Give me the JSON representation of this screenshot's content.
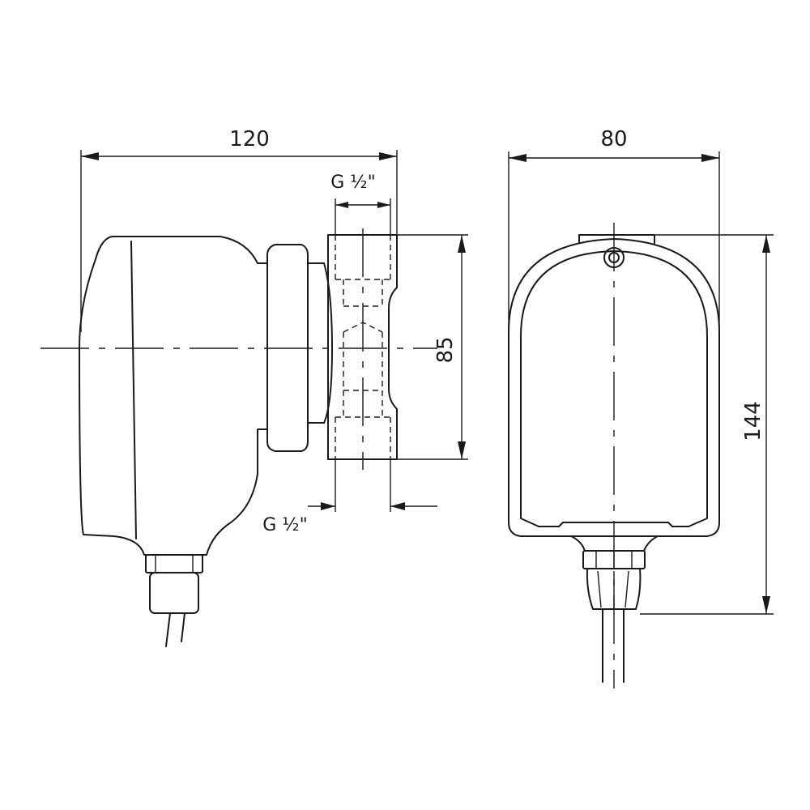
{
  "dimensions": {
    "side_width": "120",
    "front_width": "80",
    "height_ports": "85",
    "total_height": "144",
    "thread_top": "G ½\"",
    "thread_bottom": "G ½\""
  }
}
